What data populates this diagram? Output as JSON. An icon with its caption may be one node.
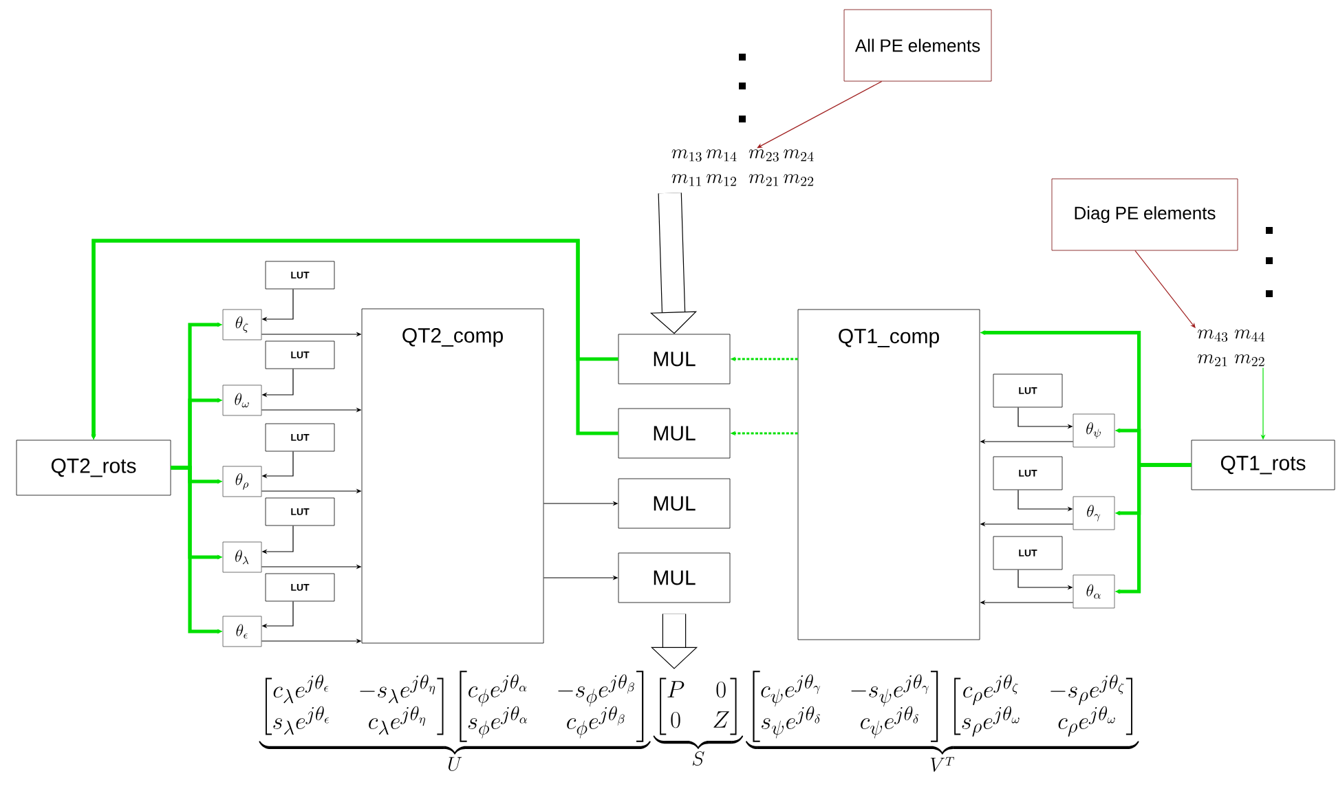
{
  "diagram": {
    "nodes": [
      {
        "text": [
          "All PE elements"
        ]
      },
      {
        "text": [
          "m_{13}\\,m_{14}\\;\\;m_{23}\\,m_{24}",
          "m_{11}\\,m_{12}\\;\\;m_{21}\\,m_{22}"
        ]
      },
      {
        "text": [
          "Diag PE elements"
        ]
      },
      {
        "text": [
          "m_{43}\\;m_{44}",
          "m_{21}\\;m_{22}"
        ]
      },
      {
        "text": [
          "QT2_rots"
        ]
      },
      {
        "text": [
          "LUT"
        ]
      },
      {
        "text": [
          "LUT"
        ]
      },
      {
        "text": [
          "LUT"
        ]
      },
      {
        "text": [
          "LUT"
        ]
      },
      {
        "text": [
          "LUT"
        ]
      },
      {
        "text": [
          "\\theta_\\zeta"
        ]
      },
      {
        "text": [
          "\\theta_\\omega"
        ]
      },
      {
        "text": [
          "\\theta_\\rho"
        ]
      },
      {
        "text": [
          "\\theta_\\lambda"
        ]
      },
      {
        "text": [
          "\\theta_\\epsilon"
        ]
      },
      {
        "text": [
          "QT2_comp"
        ]
      },
      {
        "text": [
          "MUL"
        ]
      },
      {
        "text": [
          "MUL"
        ]
      },
      {
        "text": [
          "MUL"
        ]
      },
      {
        "text": [
          "MUL"
        ]
      },
      {
        "text": [
          "QT1_comp"
        ]
      },
      {
        "text": [
          "LUT"
        ]
      },
      {
        "text": [
          "LUT"
        ]
      },
      {
        "text": [
          "LUT"
        ]
      },
      {
        "text": [
          "\\theta_\\psi"
        ]
      },
      {
        "text": [
          "\\theta_\\gamma"
        ]
      },
      {
        "text": [
          "\\theta_\\alpha"
        ]
      },
      {
        "text": [
          "QT1_rots"
        ]
      },
      {
        "text": [
          "\\underbrace{\\begin{bmatrix} c_\\lambda e^{j\\theta_\\epsilon} & -s_\\lambda e^{j\\theta_\\eta}\\\\ s_\\lambda e^{j\\theta_\\epsilon} & c_\\lambda e^{j\\theta_\\eta}\\end{bmatrix}\\begin{bmatrix} c_\\phi e^{j\\theta_\\alpha} & -s_\\phi e^{j\\theta_\\beta}\\\\ s_\\phi e^{j\\theta_\\alpha} & c_\\phi e^{j\\theta_\\beta}\\end{bmatrix}}_{U}\\underbrace{\\begin{bmatrix} P & 0\\\\ 0 & Z\\end{bmatrix}}_{S}\\underbrace{\\begin{bmatrix} c_\\psi e^{j\\theta_\\gamma} & -s_\\psi e^{j\\theta_\\gamma}\\\\ s_\\psi e^{j\\theta_\\delta} & c_\\psi e^{j\\theta_\\delta}\\end{bmatrix}\\begin{bmatrix} c_\\rho e^{j\\theta_\\zeta} & -s_\\rho e^{j\\theta_\\zeta}\\\\ s_\\rho e^{j\\theta_\\omega} & c_\\rho e^{j\\theta_\\omega}\\end{bmatrix}}_{V^T}"
        ]
      }
    ],
    "edges": [
      {
        "from": 0,
        "to": 1,
        "arrow": "to",
        "color": "#a02020"
      },
      {
        "from": 2,
        "to": 3,
        "arrow": "to",
        "color": "#a02020"
      },
      {
        "from": 1,
        "to": 16,
        "arrow": "to",
        "style": "thick"
      },
      {
        "from": 19,
        "to": 28,
        "arrow": "to",
        "style": "thick"
      },
      {
        "from": 4,
        "to": 10,
        "arrow": "to",
        "style": "thick",
        "color": "#00e000"
      },
      {
        "from": 4,
        "to": 11,
        "arrow": "to",
        "style": "thick",
        "color": "#00e000"
      },
      {
        "from": 4,
        "to": 12,
        "arrow": "to",
        "style": "thick",
        "color": "#00e000"
      },
      {
        "from": 4,
        "to": 13,
        "arrow": "to",
        "style": "thick",
        "color": "#00e000"
      },
      {
        "from": 4,
        "to": 14,
        "arrow": "to",
        "style": "thick",
        "color": "#00e000"
      },
      {
        "from": 5,
        "to": 10,
        "arrow": "to"
      },
      {
        "from": 6,
        "to": 11,
        "arrow": "to"
      },
      {
        "from": 7,
        "to": 12,
        "arrow": "to"
      },
      {
        "from": 8,
        "to": 13,
        "arrow": "to"
      },
      {
        "from": 9,
        "to": 14,
        "arrow": "to"
      },
      {
        "from": 10,
        "to": 15,
        "arrow": "to"
      },
      {
        "from": 11,
        "to": 15,
        "arrow": "to"
      },
      {
        "from": 12,
        "to": 15,
        "arrow": "to"
      },
      {
        "from": 13,
        "to": 15,
        "arrow": "to"
      },
      {
        "from": 14,
        "to": 15,
        "arrow": "to"
      },
      {
        "from": 15,
        "to": 18,
        "arrow": "to"
      },
      {
        "from": 15,
        "to": 19,
        "arrow": "to"
      },
      {
        "from": 16,
        "to": 4,
        "arrow": "to",
        "style": "thick",
        "color": "#00e000"
      },
      {
        "from": 17,
        "to": 4,
        "arrow": "to",
        "style": "thick",
        "color": "#00e000"
      },
      {
        "from": 20,
        "to": 16,
        "arrow": "to",
        "style": "dashed",
        "color": "#00e000"
      },
      {
        "from": 20,
        "to": 17,
        "arrow": "to",
        "style": "dashed",
        "color": "#00e000"
      },
      {
        "from": 21,
        "to": 24,
        "arrow": "to"
      },
      {
        "from": 22,
        "to": 25,
        "arrow": "to"
      },
      {
        "from": 23,
        "to": 26,
        "arrow": "to"
      },
      {
        "from": 24,
        "to": 20,
        "arrow": "to"
      },
      {
        "from": 25,
        "to": 20,
        "arrow": "to"
      },
      {
        "from": 26,
        "to": 20,
        "arrow": "to"
      },
      {
        "from": 27,
        "to": 24,
        "arrow": "to",
        "style": "thick",
        "color": "#00e000"
      },
      {
        "from": 27,
        "to": 25,
        "arrow": "to",
        "style": "thick",
        "color": "#00e000"
      },
      {
        "from": 27,
        "to": 26,
        "arrow": "to",
        "style": "thick",
        "color": "#00e000"
      },
      {
        "from": 27,
        "to": 20,
        "arrow": "to",
        "style": "thick",
        "color": "#00e000"
      },
      {
        "from": 3,
        "to": 27,
        "arrow": "to",
        "color": "#00e000"
      }
    ]
  }
}
